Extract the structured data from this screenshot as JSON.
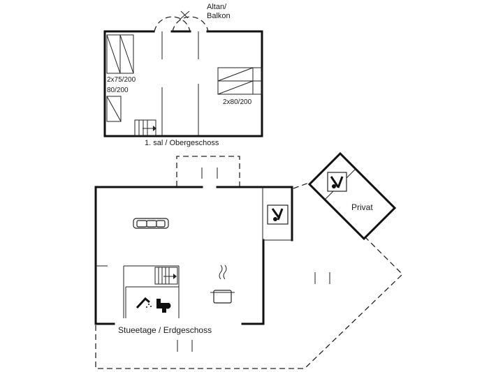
{
  "upper_floor": {
    "title": "1. sal / Obergeschoss",
    "balcony_label_line1": "Altan/",
    "balcony_label_line2": "Balkon",
    "bed_single_label": "2x75/200",
    "bed_small_label": "80/200",
    "bed_double_label": "2x80/200"
  },
  "ground_floor": {
    "title": "Stueetage / Erdgeschoss"
  },
  "annex": {
    "label": "Privat"
  },
  "icons": [
    "sofa-icon",
    "cooking-pot-icon",
    "shower-icon",
    "toilet-icon",
    "stairs-icon",
    "wine-bottles-icon"
  ]
}
